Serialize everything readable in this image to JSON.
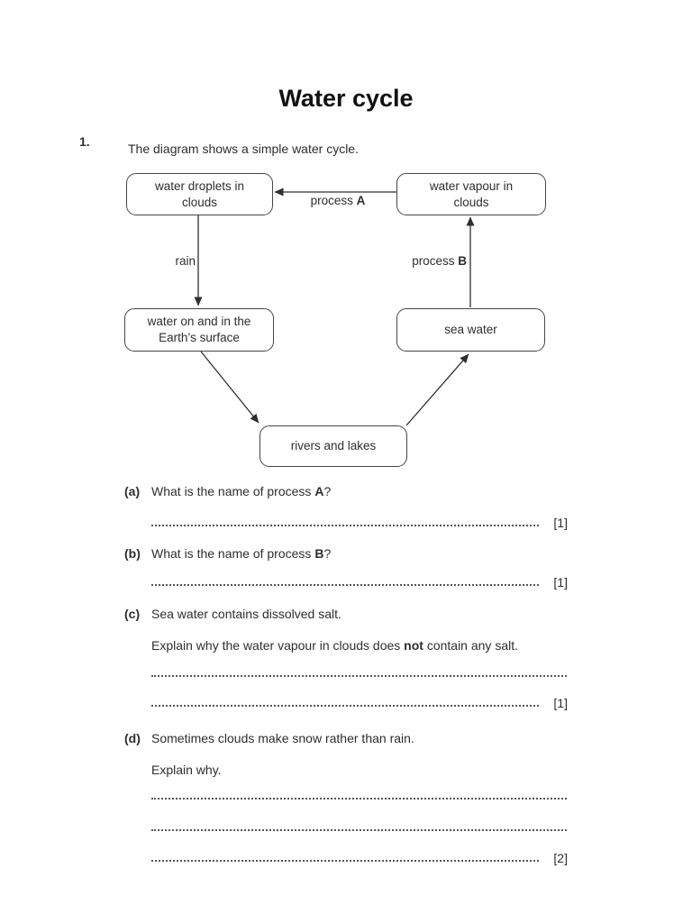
{
  "page": {
    "title": "Water cycle"
  },
  "question": {
    "number": "1.",
    "intro": "The diagram shows a simple water cycle."
  },
  "diagram": {
    "boxes": {
      "droplets": {
        "lines": [
          "water droplets in",
          "clouds"
        ]
      },
      "vapour": {
        "lines": [
          "water vapour in",
          "clouds"
        ]
      },
      "surface": {
        "lines": [
          "water on and in the",
          "Earth’s surface"
        ]
      },
      "seawater": {
        "lines": [
          "sea water"
        ]
      },
      "rivers": {
        "lines": [
          "rivers and lakes"
        ]
      }
    },
    "labels": {
      "process_a_prefix": "process ",
      "process_a_bold": "A",
      "rain": "rain",
      "process_b_prefix": "process ",
      "process_b_bold": "B"
    }
  },
  "parts": {
    "a": {
      "label": "(a)",
      "before": "What is the name of process ",
      "bold": "A",
      "after": "?",
      "mark": "[1]"
    },
    "b": {
      "label": "(b)",
      "before": "What is the name of process ",
      "bold": "B",
      "after": "?",
      "mark": "[1]"
    },
    "c": {
      "label": "(c)",
      "line1": "Sea water contains dissolved salt.",
      "line2_before": "Explain why the water vapour in clouds does ",
      "line2_bold": "not",
      "line2_after": " contain any salt.",
      "mark": "[1]"
    },
    "d": {
      "label": "(d)",
      "line1": "Sometimes clouds make snow rather than rain.",
      "line2": "Explain why.",
      "mark": "[2]"
    }
  },
  "colors": {
    "text": "#2e2e2e",
    "box_border": "#464646",
    "dots": "#565656"
  }
}
